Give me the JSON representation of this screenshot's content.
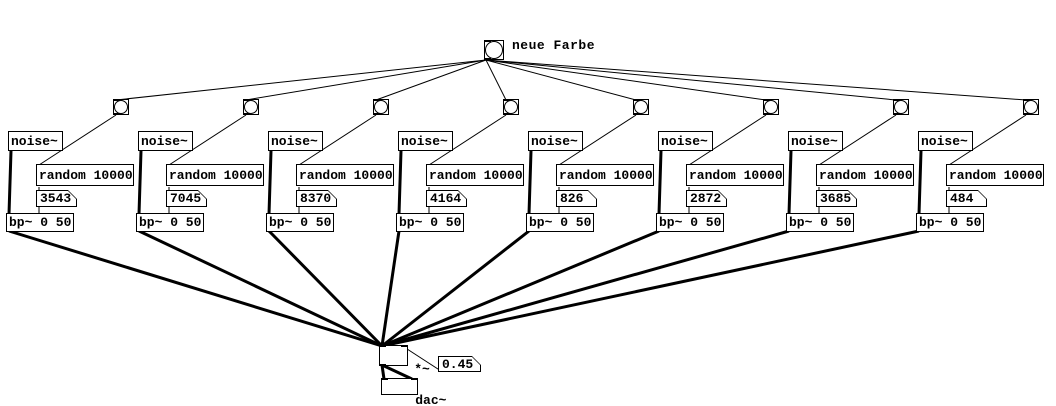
{
  "colors": {
    "foreground": "#000000",
    "background": "#ffffff"
  },
  "comment": {
    "text": "neue Farbe"
  },
  "icons": {
    "bang_icon": "circle-in-square"
  },
  "voices": [
    {
      "noise_label": "noise~",
      "random_label": "random 10000",
      "frequency_value": "3543",
      "filter_label": "bp~ 0 50"
    },
    {
      "noise_label": "noise~",
      "random_label": "random 10000",
      "frequency_value": "7045",
      "filter_label": "bp~ 0 50"
    },
    {
      "noise_label": "noise~",
      "random_label": "random 10000",
      "frequency_value": "8370",
      "filter_label": "bp~ 0 50"
    },
    {
      "noise_label": "noise~",
      "random_label": "random 10000",
      "frequency_value": "4164",
      "filter_label": "bp~ 0 50"
    },
    {
      "noise_label": "noise~",
      "random_label": "random 10000",
      "frequency_value": "826",
      "filter_label": "bp~ 0 50"
    },
    {
      "noise_label": "noise~",
      "random_label": "random 10000",
      "frequency_value": "2872",
      "filter_label": "bp~ 0 50"
    },
    {
      "noise_label": "noise~",
      "random_label": "random 10000",
      "frequency_value": "3685",
      "filter_label": "bp~ 0 50"
    },
    {
      "noise_label": "noise~",
      "random_label": "random 10000",
      "frequency_value": "484",
      "filter_label": "bp~ 0 50"
    }
  ],
  "output": {
    "multiply_label": "*~",
    "gain_value": "0.45",
    "dac_label": "dac~"
  }
}
